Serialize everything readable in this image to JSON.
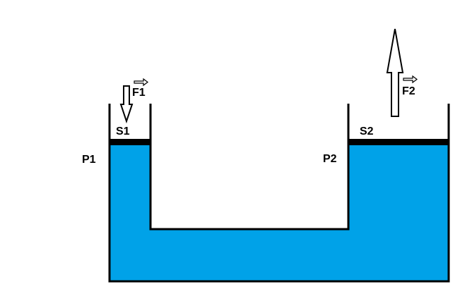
{
  "labels": {
    "force_left": "F1",
    "force_right": "F2",
    "area_left": "S1",
    "area_right": "S2",
    "pressure_left": "P1",
    "pressure_right": "P2"
  },
  "colors": {
    "fluid": "#00A2E8",
    "outline": "#000000",
    "piston": "#000000",
    "arrow_fill": "#ffffff"
  },
  "icons": {
    "force_left_arrow": "arrow-down-icon",
    "force_right_arrow": "arrow-up-icon",
    "vector_mark": "vector-arrow-icon"
  }
}
